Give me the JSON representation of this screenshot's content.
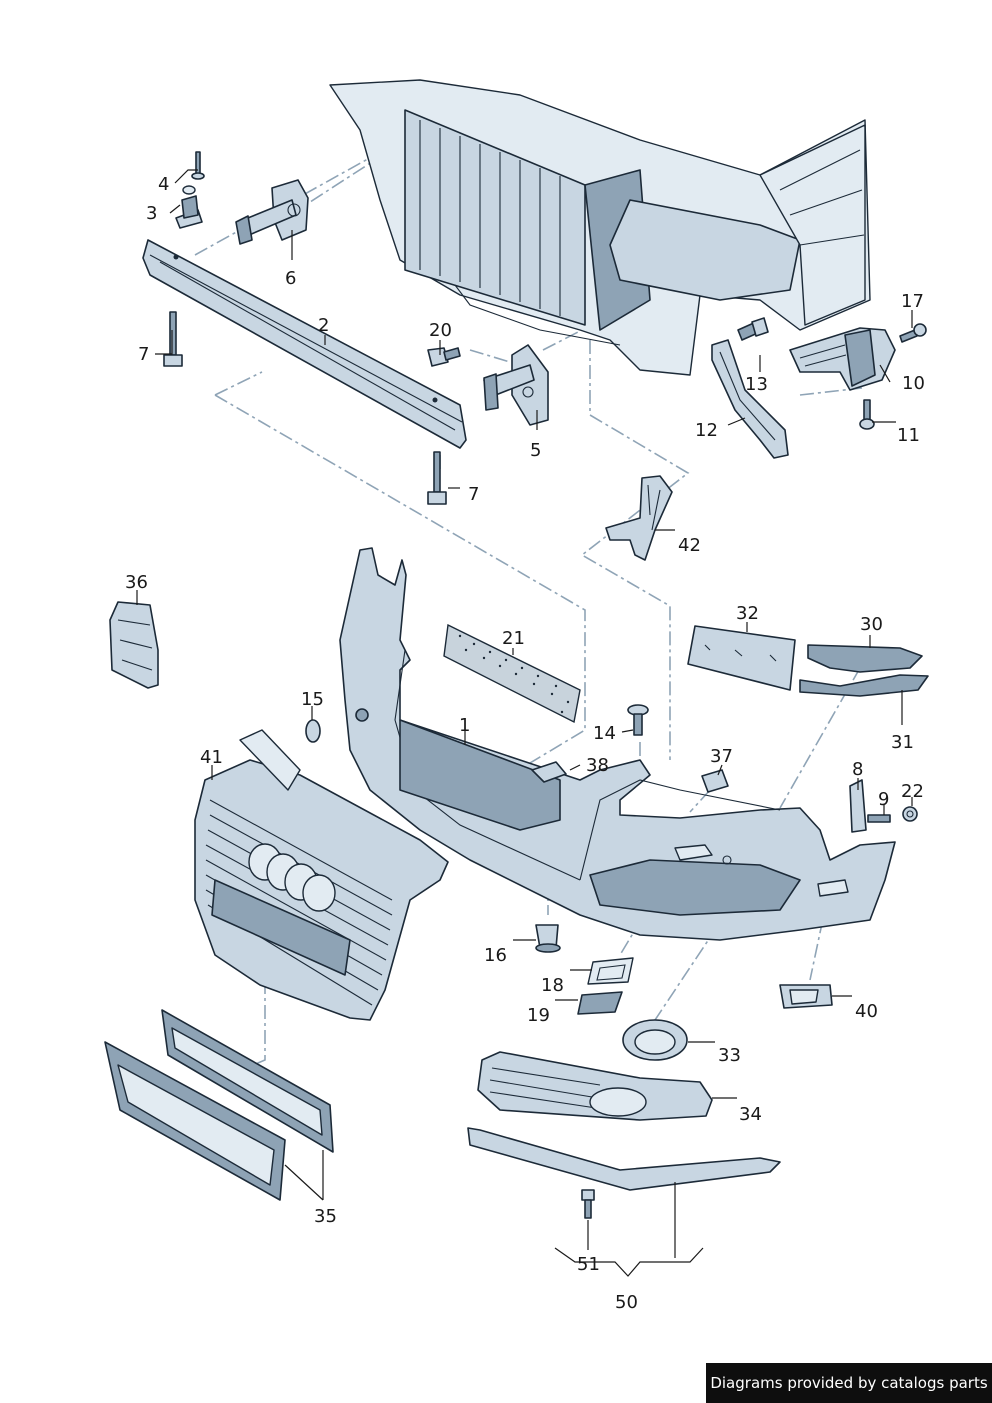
{
  "credit": "Diagrams provided by catalogs parts",
  "callouts": {
    "c1": "1",
    "c2": "2",
    "c3": "3",
    "c4": "4",
    "c5": "5",
    "c6": "6",
    "c7a": "7",
    "c7b": "7",
    "c8": "8",
    "c9": "9",
    "c10": "10",
    "c11": "11",
    "c12": "12",
    "c13": "13",
    "c14": "14",
    "c15": "15",
    "c16": "16",
    "c17": "17",
    "c18": "18",
    "c19": "19",
    "c20": "20",
    "c21": "21",
    "c22": "22",
    "c30": "30",
    "c31": "31",
    "c32": "32",
    "c33": "33",
    "c34": "34",
    "c35": "35",
    "c36": "36",
    "c37": "37",
    "c38": "38",
    "c40": "40",
    "c41": "41",
    "c42": "42",
    "c50": "50",
    "c51": "51"
  },
  "colors": {
    "part_fill": "#c8d6e2",
    "outline": "#1c2a38",
    "guide_line": "#8fa4b6",
    "badge_bg": "#0e0e0e"
  }
}
